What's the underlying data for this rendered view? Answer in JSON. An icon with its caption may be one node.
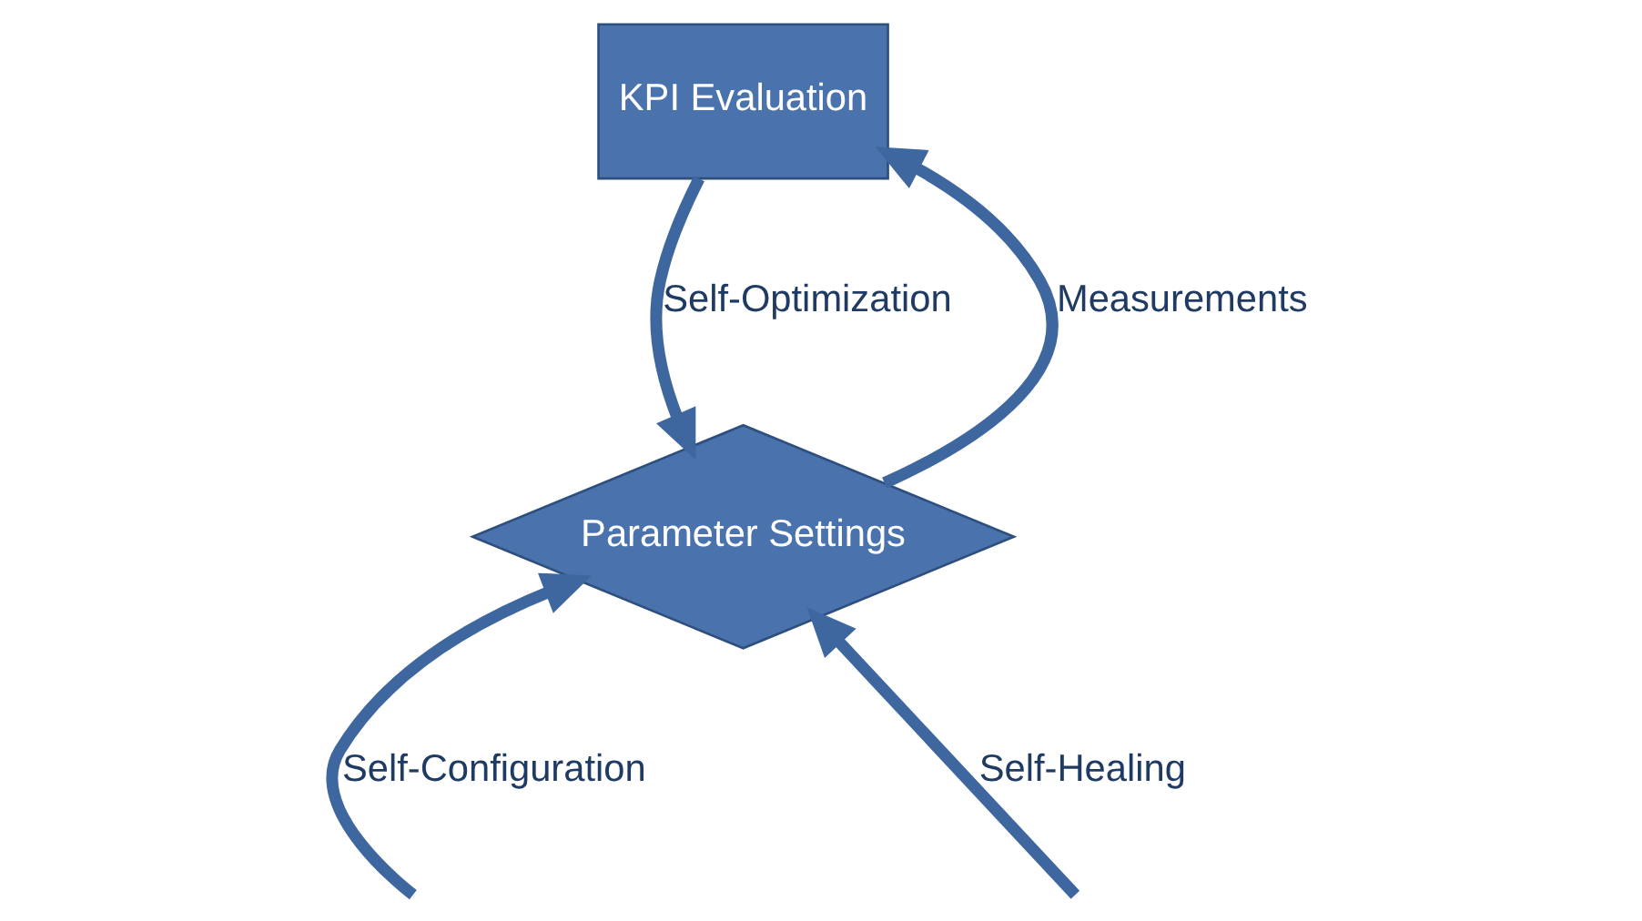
{
  "diagram": {
    "nodes": [
      {
        "text": [
          "KPI Evaluation"
        ]
      },
      {
        "text": [
          "Parameter Settings"
        ]
      }
    ],
    "edges": [
      {
        "from": 1,
        "to": 0,
        "arrow": "to",
        "label": "Measurements"
      },
      {
        "from": 0,
        "to": 1,
        "arrow": "to",
        "label": "Self-Optimization"
      },
      {
        "from": null,
        "to": 1,
        "arrow": "to",
        "label": "Self-Configuration"
      },
      {
        "from": null,
        "to": 1,
        "arrow": "to",
        "label": "Self-Healing"
      }
    ]
  }
}
